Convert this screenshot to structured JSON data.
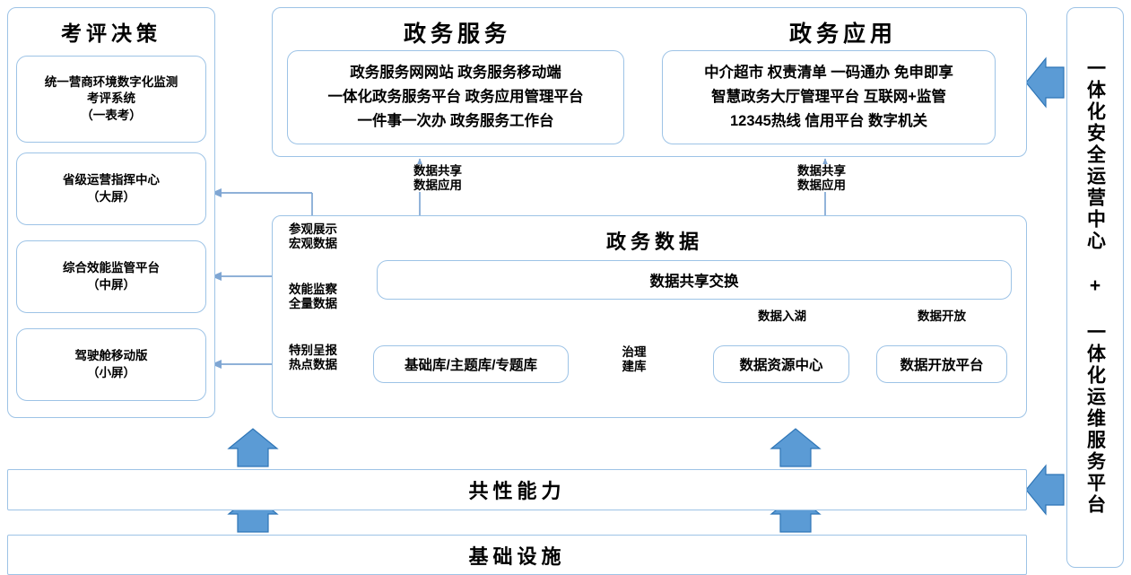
{
  "diagram": {
    "title_left": "考评决策",
    "left_boxes": [
      "统一营商环境数字化监测\n考评系统\n（一表考）",
      "省级运营指挥中心\n（大屏）",
      "综合效能监管平台\n（中屏）",
      "驾驶舱移动版\n（小屏）"
    ],
    "top_sections": [
      {
        "title": "政务服务",
        "lines": [
          "政务服务网网站 政务服务移动端",
          "一体化政务服务平台 政务应用管理平台",
          "一件事一次办 政务服务工作台"
        ]
      },
      {
        "title": "政务应用",
        "lines": [
          "中介超市 权责清单 一码通办 免申即享",
          "智慧政务大厅管理平台 互联网+监管",
          "12345热线 信用平台 数字机关"
        ]
      }
    ],
    "data_section": {
      "title": "政务数据",
      "share_exchange": "数据共享交换",
      "boxes": {
        "db": "基础库/主题库/专题库",
        "resource_center": "数据资源中心",
        "open_platform": "数据开放平台"
      }
    },
    "middle_labels": [
      "参观展示\n宏观数据",
      "效能监察\n全量数据",
      "特别呈报\n热点数据"
    ],
    "flow_labels": {
      "share_left": "数据共享\n数据应用",
      "share_right": "数据共享\n数据应用",
      "data_lake": "数据入湖",
      "data_open": "数据开放",
      "governance": "治理\n建库"
    },
    "bottom_bars": [
      "共性能力",
      "基础设施"
    ],
    "right_panel_text": "一体化安全运营中心 + 一体化运维服务平台",
    "colors": {
      "border": "#9DC3E6",
      "arrow_line": "#7FA6D3",
      "block_arrow_fill": "#5B9BD5",
      "block_arrow_stroke": "#2E75B6",
      "background": "#FFFFFF"
    }
  }
}
